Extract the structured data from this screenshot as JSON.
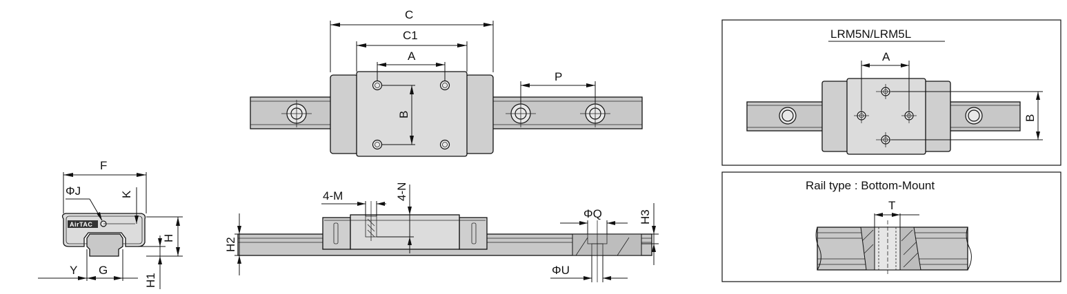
{
  "labels": {
    "front_top_view": {
      "C": "C",
      "C1": "C1",
      "A": "A",
      "B": "B",
      "P": "P"
    },
    "end_view": {
      "F": "F",
      "PhiJ": "ΦJ",
      "K": "K",
      "H": "H",
      "H1": "H1",
      "Y": "Y",
      "G": "G",
      "logo": "AirTAC"
    },
    "side_view": {
      "M": "4-M",
      "N": "4-N",
      "H2": "H2",
      "H3": "H3",
      "PhiQ": "ΦQ",
      "PhiU": "ΦU"
    },
    "inset_lrm5": {
      "title": "LRM5N/LRM5L",
      "A": "A",
      "B": "B"
    },
    "inset_rail": {
      "title": "Rail type : Bottom-Mount",
      "T": "T"
    }
  }
}
